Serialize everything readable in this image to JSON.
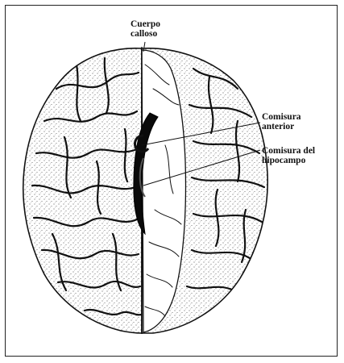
{
  "figure": {
    "labels": {
      "corpus_callosum": [
        "Cuerpo",
        "calloso"
      ],
      "anterior_commissure": [
        "Comisura",
        "anterior"
      ],
      "hippocampal_commissure": [
        "Comisura del",
        "hipocampo"
      ]
    },
    "colors": {
      "ink": "#111111",
      "paper": "#ffffff",
      "frame": "#222222"
    }
  }
}
